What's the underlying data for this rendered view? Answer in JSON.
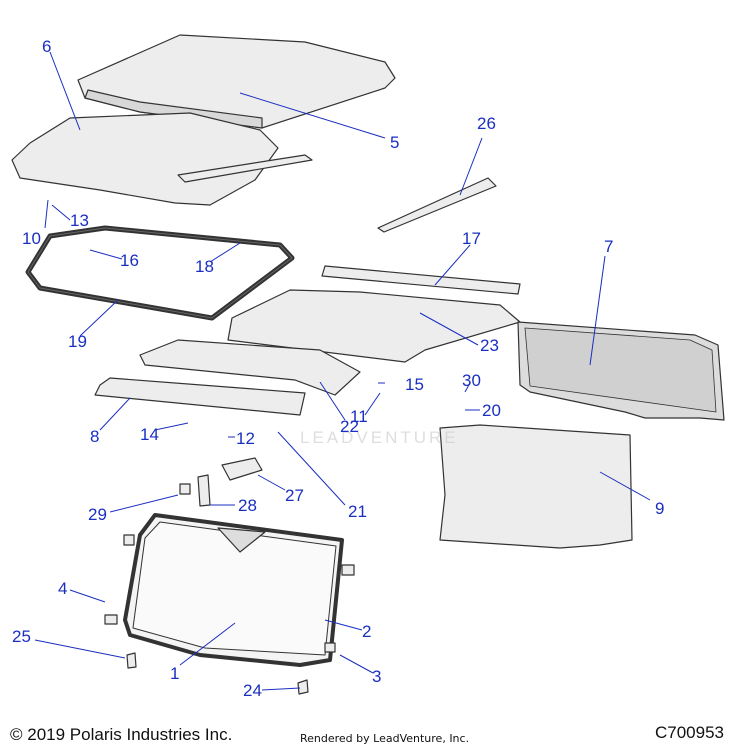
{
  "diagram": {
    "callouts": [
      "6",
      "5",
      "26",
      "13",
      "10",
      "16",
      "18",
      "17",
      "7",
      "19",
      "23",
      "8",
      "15",
      "30",
      "11",
      "20",
      "14",
      "12",
      "22",
      "9",
      "27",
      "21",
      "29",
      "28",
      "4",
      "2",
      "25",
      "3",
      "1",
      "24"
    ],
    "watermark": "LEADVENTURE",
    "colors": {
      "callout": "#1a2fc0",
      "line": "#1a2fc0",
      "part_stroke": "#333333",
      "part_fill": "#ededed"
    }
  },
  "footer": {
    "copyright": "© 2019 Polaris Industries Inc.",
    "rendered_by": "Rendered by LeadVenture, Inc.",
    "diagram_code": "C700953"
  }
}
